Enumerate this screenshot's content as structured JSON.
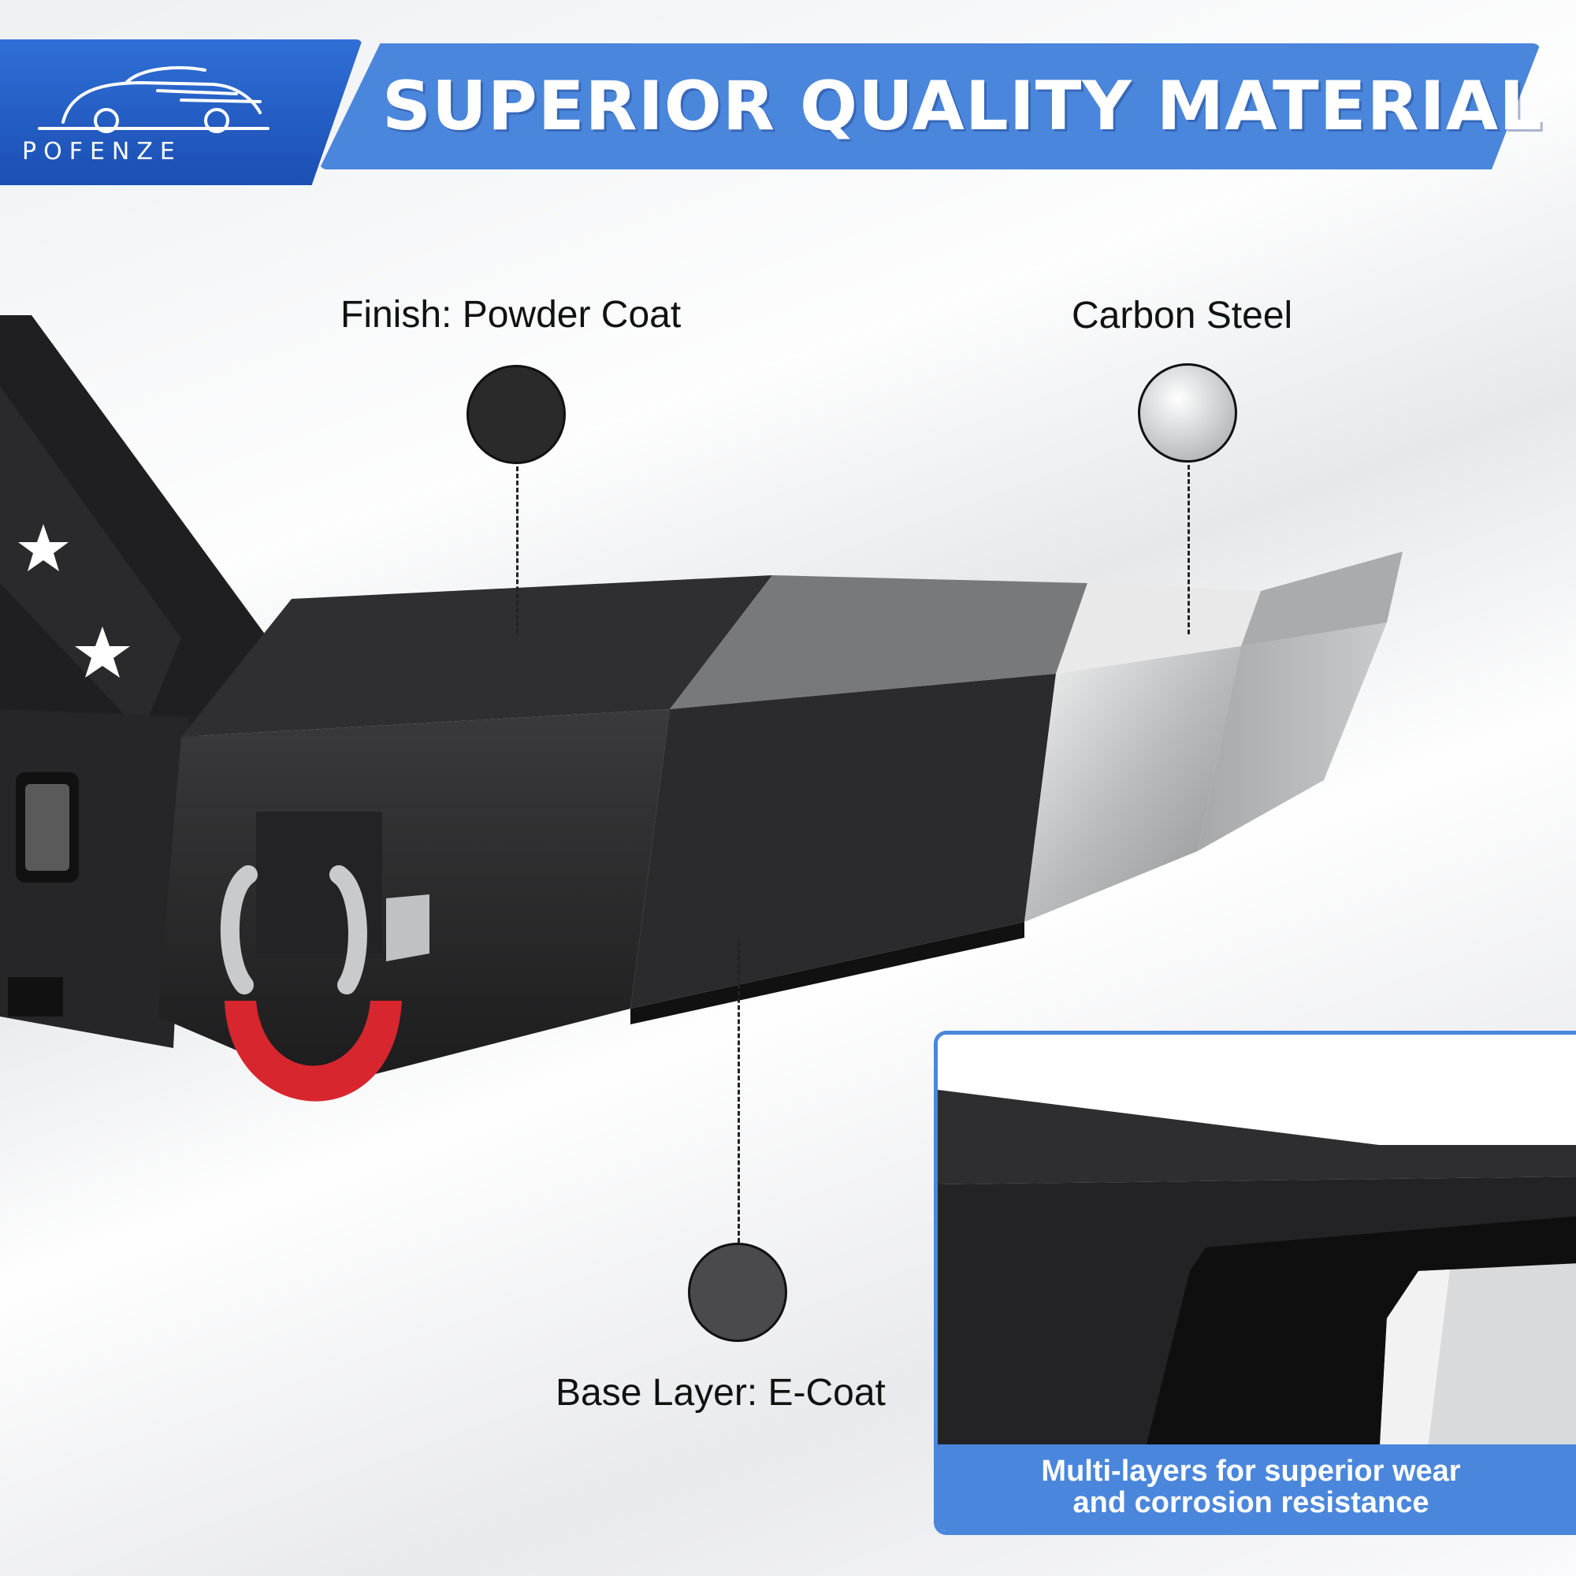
{
  "header": {
    "brand": "POFENZE",
    "title": "SUPERIOR QUALITY MATERIAL"
  },
  "callouts": {
    "finish": {
      "label": "Finish: Powder Coat",
      "swatch_color": "#2a2a2a"
    },
    "steel": {
      "label": "Carbon Steel",
      "swatch_color": "#cfd1d3"
    },
    "base": {
      "label": "Base Layer: E-Coat",
      "swatch_color": "#4a4a4d"
    }
  },
  "inset": {
    "caption_line1": "Multi-layers for superior wear",
    "caption_line2": "and corrosion resistance"
  },
  "colors": {
    "accent": "#4a86dc",
    "accent_dark": "#1b4fb3",
    "shackle": "#d8262e"
  }
}
